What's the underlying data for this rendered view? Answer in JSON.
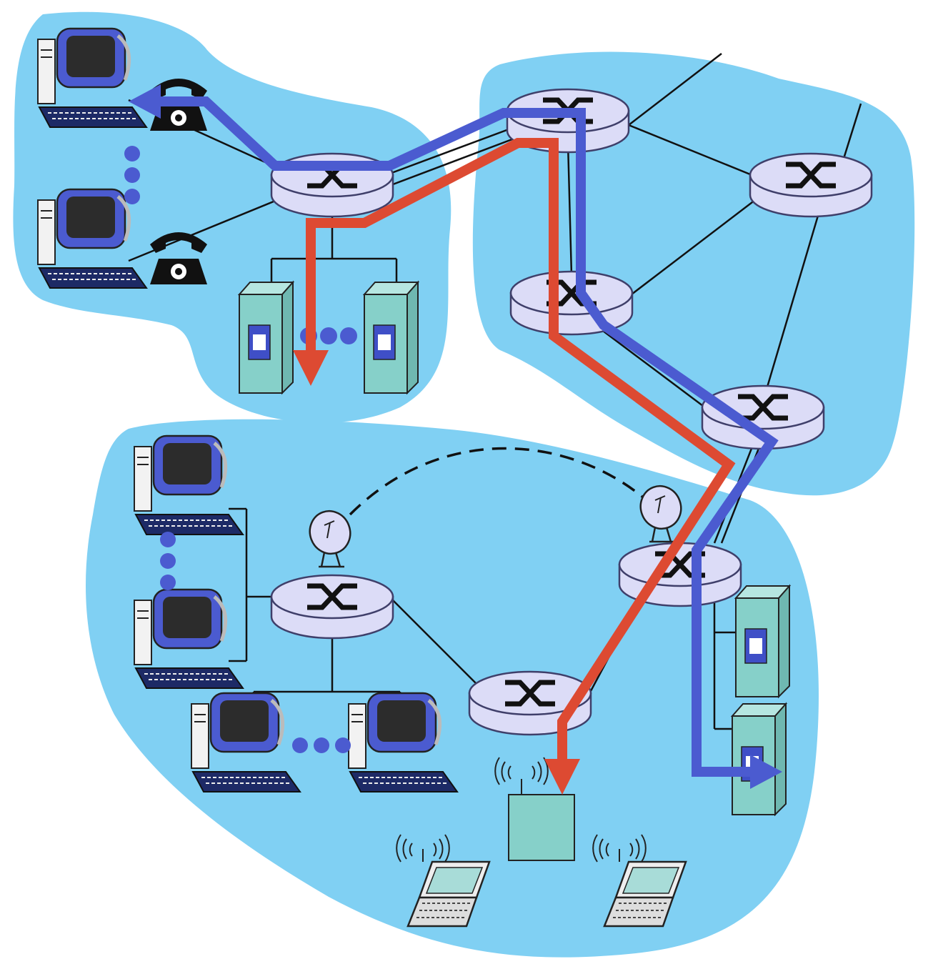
{
  "diagram": {
    "colors": {
      "region_fill": "#80d0f3",
      "router_fill": "#dcdcf7",
      "router_stroke": "#3f3f6a",
      "link": "#111111",
      "path_blue": "#4b5bd0",
      "path_red": "#dd4a32",
      "dots": "#4b5bd0",
      "server_fill": "#86d0c9",
      "server_window": "#3f4fc7",
      "access_point_fill": "#86d0c9",
      "monitor_screen": "#2c2c2c",
      "keyboard": "#1d2a66"
    },
    "regions": [
      "network-top-left",
      "network-top-right",
      "network-bottom"
    ],
    "routers": [
      "router-edge-top-left",
      "router-core-top",
      "router-core-right",
      "router-core-middle",
      "router-core-lower",
      "router-edge-bottom-left",
      "router-edge-bottom-middle",
      "router-edge-bottom-right"
    ],
    "icons": [
      "desktop-computer-icon",
      "telephone-icon",
      "server-icon",
      "satellite-dish-icon",
      "wireless-access-point-icon",
      "laptop-icon"
    ],
    "paths": [
      {
        "name": "blue-path",
        "color": "path_blue"
      },
      {
        "name": "red-path",
        "color": "path_red"
      }
    ]
  }
}
